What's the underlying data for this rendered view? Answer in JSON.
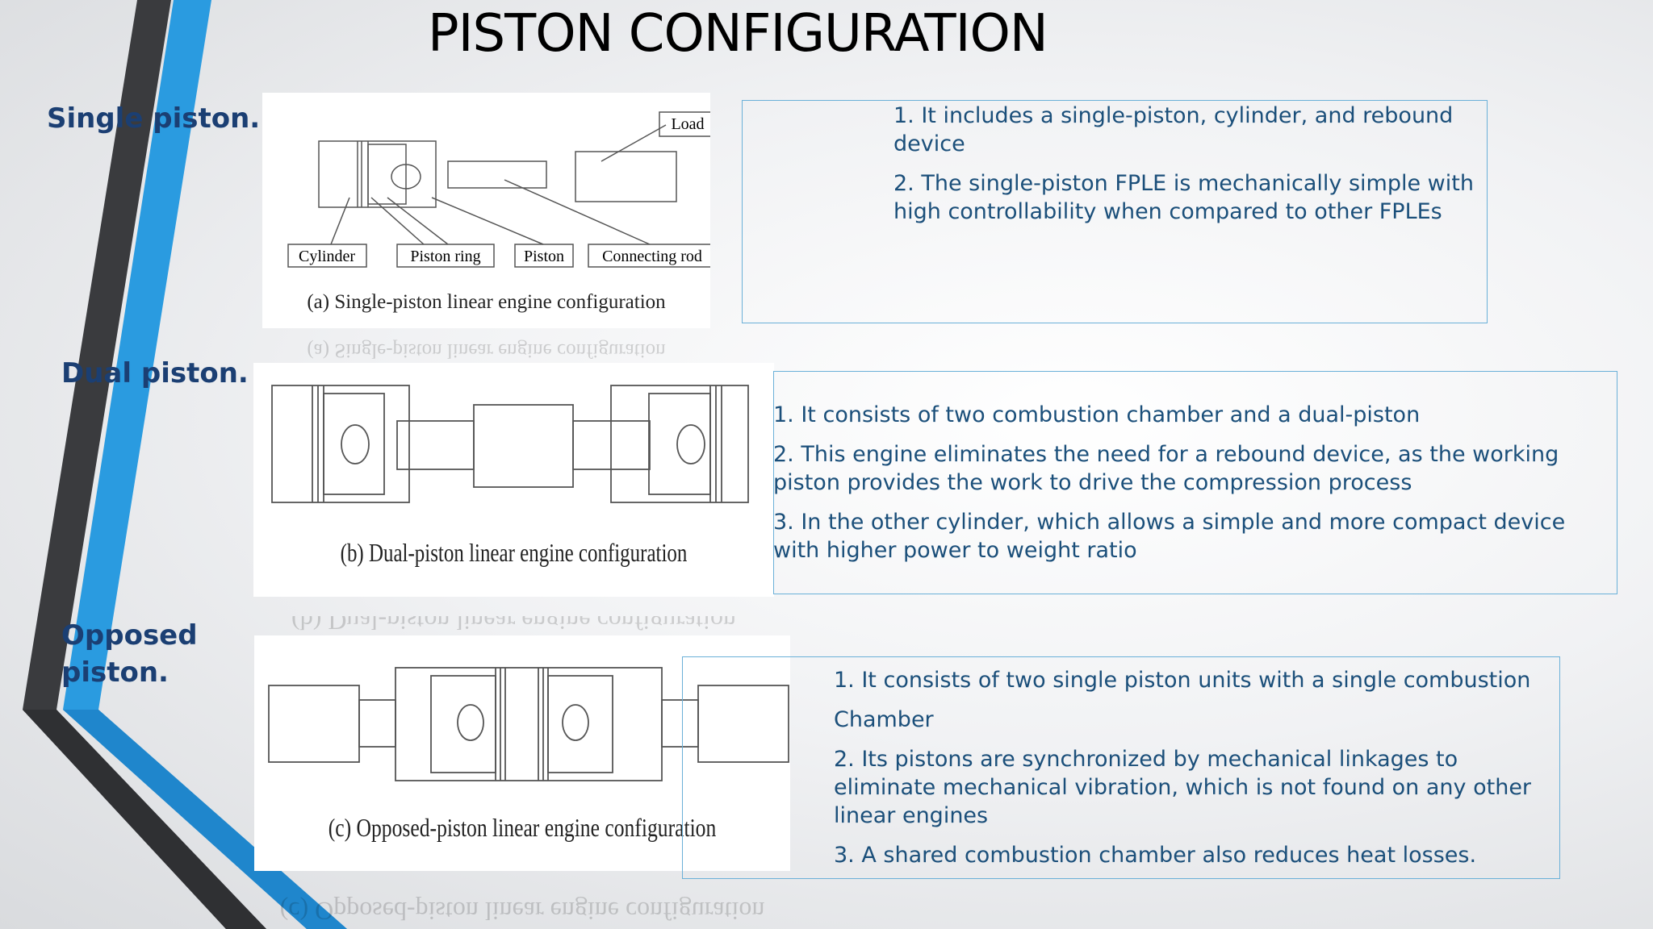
{
  "title": "PISTON CONFIGURATION",
  "rows": [
    {
      "label": "Single piston.",
      "figure": {
        "caption": "(a) Single-piston linear engine configuration",
        "labels": [
          "Load",
          "Cylinder",
          "Piston ring",
          "Piston",
          "Connecting rod"
        ]
      },
      "points": [
        "1. It includes a single-piston, cylinder, and rebound device",
        "2. The single-piston FPLE is mechanically simple with high controllability when compared to other FPLEs"
      ]
    },
    {
      "label": "Dual piston.",
      "figure": {
        "caption": "(b) Dual-piston linear engine configuration"
      },
      "points": [
        "1. It consists of two combustion chamber and a dual-piston",
        "2. This engine eliminates the need for a rebound device, as the working piston provides the work to drive the compression process",
        "3. In the other cylinder, which allows a simple and more compact device with higher power to weight ratio"
      ]
    },
    {
      "label": "Opposed piston.",
      "figure": {
        "caption": "(c) Opposed-piston linear engine configuration"
      },
      "points": [
        "1. It consists of two single piston units with a single combustion",
        "Chamber",
        "2. Its pistons are synchronized by mechanical linkages to eliminate mechanical vibration, which is not found on any other linear engines",
        "3. A shared combustion chamber also reduces heat losses."
      ]
    }
  ],
  "colors": {
    "label": "#1b3f73",
    "text": "#1b4f7a",
    "box_border": "#6ab0d8",
    "stripe_dark": "#3a3b3e",
    "stripe_blue": "#2a9be0"
  }
}
